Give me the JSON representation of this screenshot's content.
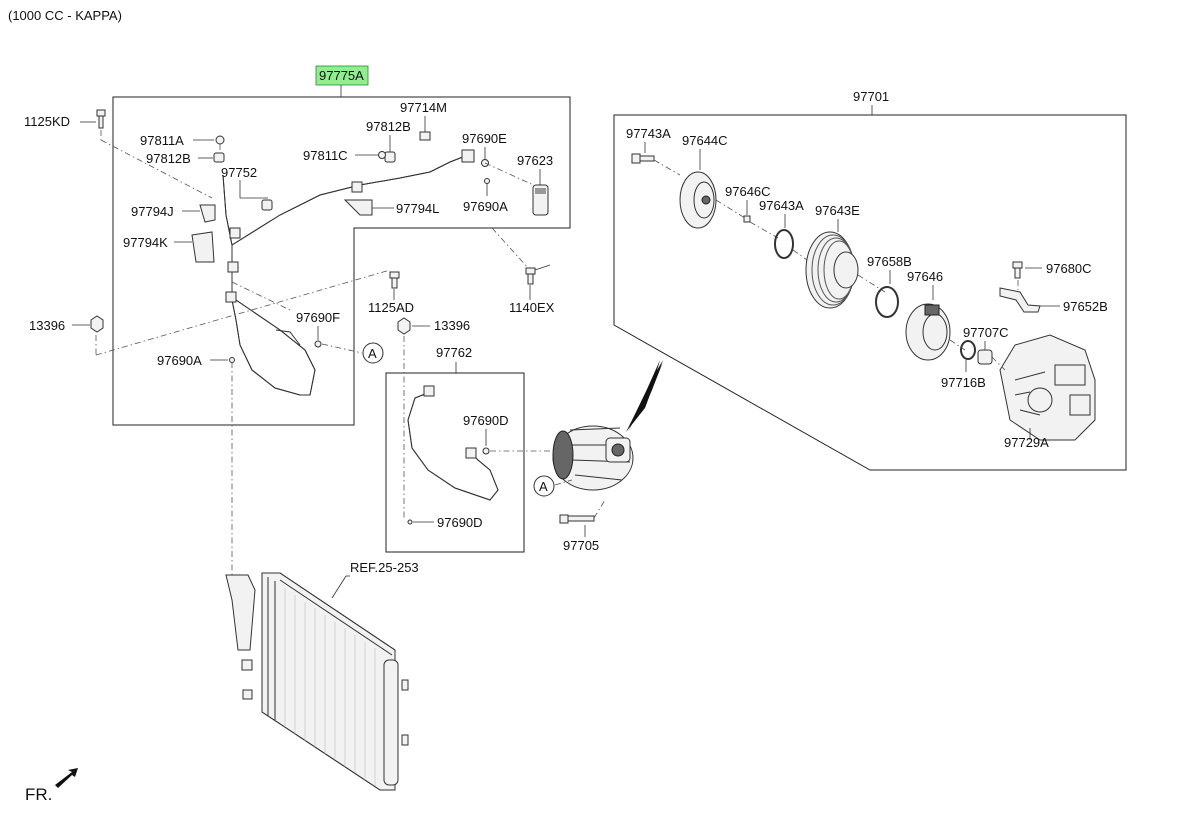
{
  "header": {
    "title": "(1000 CC - KAPPA)"
  },
  "footer": {
    "direction": "FR."
  },
  "highlight_color": "#90ee90",
  "labels": {
    "l97775A": "97775A",
    "l1125KD": "1125KD",
    "l97811A": "97811A",
    "l97812B_left": "97812B",
    "l97812B_top": "97812B",
    "l97714M": "97714M",
    "l97690E": "97690E",
    "l97811C": "97811C",
    "l97752": "97752",
    "l97623": "97623",
    "l97794J": "97794J",
    "l97794L": "97794L",
    "l97690A_top": "97690A",
    "l97794K": "97794K",
    "l1125AD": "1125AD",
    "l1140EX": "1140EX",
    "l13396_left": "13396",
    "l97690F": "97690F",
    "l13396_mid": "13396",
    "l97690A_bottom": "97690A",
    "l97762": "97762",
    "l97690D_top": "97690D",
    "l97690D_bottom": "97690D",
    "l97705": "97705",
    "lREF": "REF.25-253",
    "l97701": "97701",
    "l97743A": "97743A",
    "l97644C": "97644C",
    "l97646C": "97646C",
    "l97643A": "97643A",
    "l97643E": "97643E",
    "l97658B": "97658B",
    "l97646": "97646",
    "l97680C": "97680C",
    "l97652B": "97652B",
    "l97707C": "97707C",
    "l97716B": "97716B",
    "l97729A": "97729A",
    "circleA": "A"
  }
}
